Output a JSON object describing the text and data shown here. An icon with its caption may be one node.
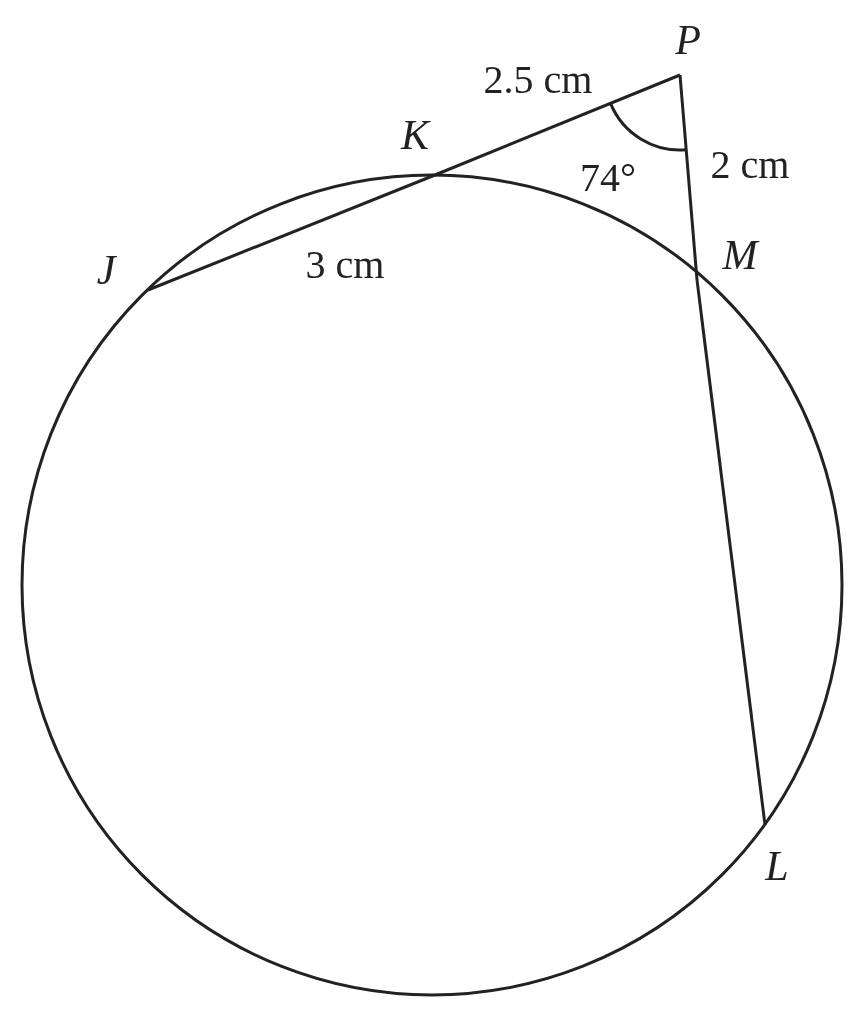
{
  "diagram": {
    "nodes": [
      {
        "text": [
          "P"
        ]
      },
      {
        "text": [
          "K"
        ]
      },
      {
        "text": [
          "J"
        ]
      },
      {
        "text": [
          "M"
        ]
      },
      {
        "text": [
          "L"
        ]
      }
    ],
    "edges": [
      {
        "from": 0,
        "to": 1,
        "arrow": "none",
        "label": "2.5 cm"
      },
      {
        "from": 1,
        "to": 2,
        "arrow": "none",
        "label": "3 cm"
      },
      {
        "from": 0,
        "to": 3,
        "arrow": "none",
        "label": "2 cm"
      },
      {
        "from": 3,
        "to": 4,
        "arrow": "none"
      }
    ],
    "labels": [
      "74°"
    ]
  }
}
